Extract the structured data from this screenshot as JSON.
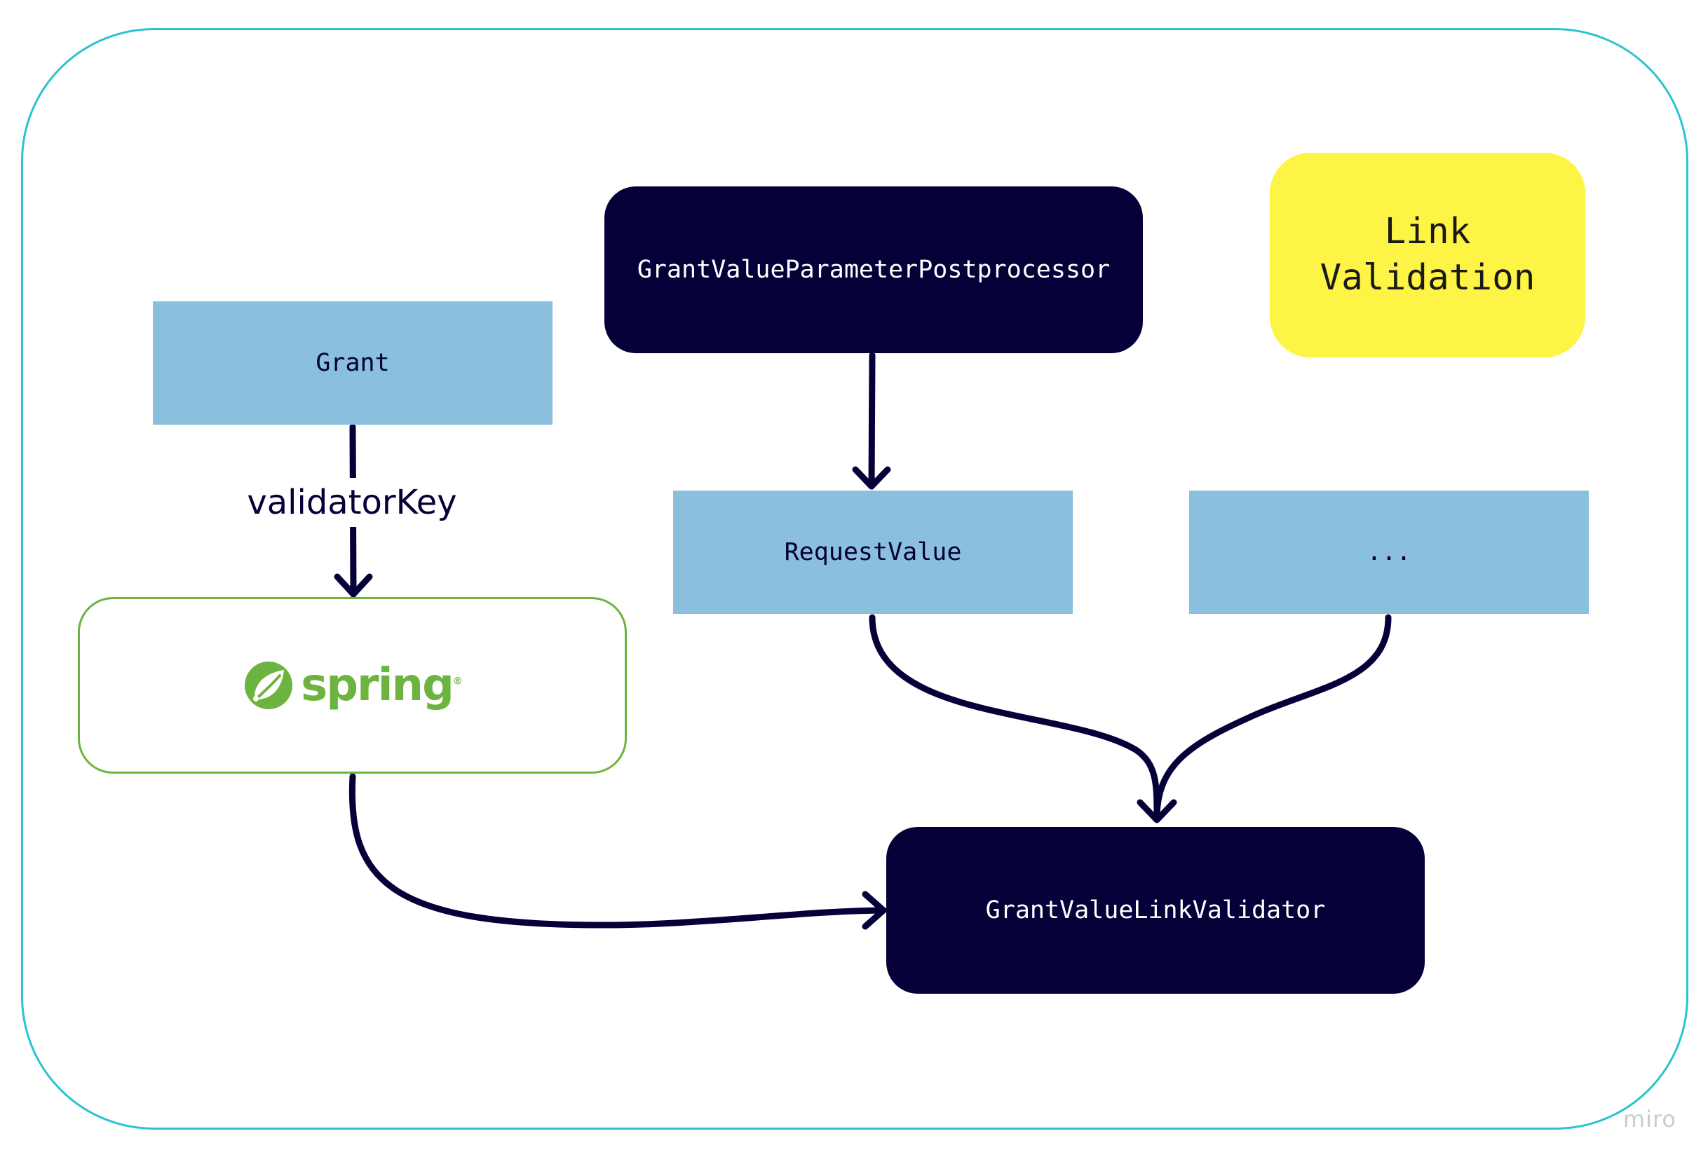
{
  "nodes": {
    "postprocessor": "GrantValueParameterPostprocessor",
    "grant": "Grant",
    "request_value": "RequestValue",
    "other_value": "...",
    "validator": "GrantValueLinkValidator",
    "legend": "Link\nValidation",
    "spring": "spring"
  },
  "edges": [
    {
      "from": "grant",
      "to": "spring",
      "label": "validatorKey"
    },
    {
      "from": "postprocessor",
      "to": "request_value",
      "label": ""
    },
    {
      "from": "request_value",
      "to": "validator",
      "label": ""
    },
    {
      "from": "other_value",
      "to": "validator",
      "label": ""
    },
    {
      "from": "spring",
      "to": "validator",
      "label": ""
    }
  ],
  "watermark": "miro",
  "colors": {
    "frame_border": "#2bc3cf",
    "dark_node": "#050038",
    "light_node": "#8bbfde",
    "sticky_note": "#fef445",
    "spring_green": "#6db33f",
    "arrow": "#050038"
  }
}
